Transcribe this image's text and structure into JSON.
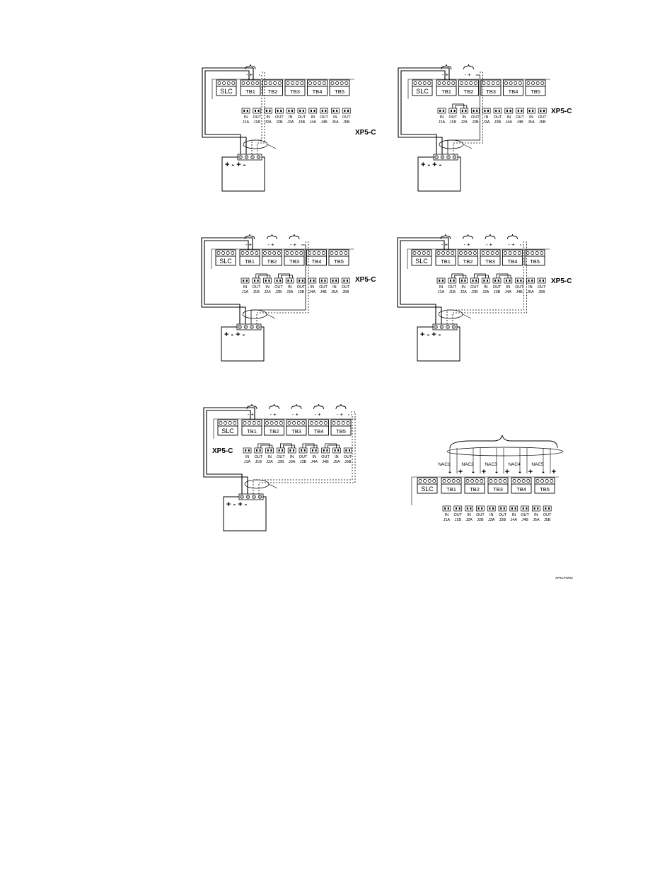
{
  "board": {
    "name": "XP5-C",
    "slc_label": "SLC",
    "tb_labels": [
      "TB1",
      "TB2",
      "TB3",
      "TB4",
      "TB5"
    ],
    "jumper_top": [
      "IN",
      "OUT",
      "IN",
      "OUT",
      "IN",
      "OUT",
      "IN",
      "OUT",
      "IN",
      "OUT"
    ],
    "jumper_bottom": [
      "J1A",
      "J1B",
      "J2A",
      "J2B",
      "J3A",
      "J3B",
      "J4A",
      "J4B",
      "J5A",
      "J5B"
    ]
  },
  "power_supply": {
    "terminal_labels": "+ -  + -"
  },
  "diagrams": [
    {
      "id": "d1",
      "pairs": 1
    },
    {
      "id": "d2",
      "pairs": 2
    },
    {
      "id": "d3",
      "pairs": 3
    },
    {
      "id": "d4",
      "pairs": 4
    },
    {
      "id": "d5",
      "pairs": 5
    },
    {
      "id": "d6",
      "nac_labels": [
        "NAC1",
        "NAC2",
        "NAC3",
        "NAC4",
        "NAC5"
      ],
      "polarity": [
        "-",
        "+",
        "-",
        "+",
        "-",
        "+",
        "-",
        "+",
        "-",
        "+"
      ]
    }
  ],
  "figure_code": "XP5CPWR2"
}
